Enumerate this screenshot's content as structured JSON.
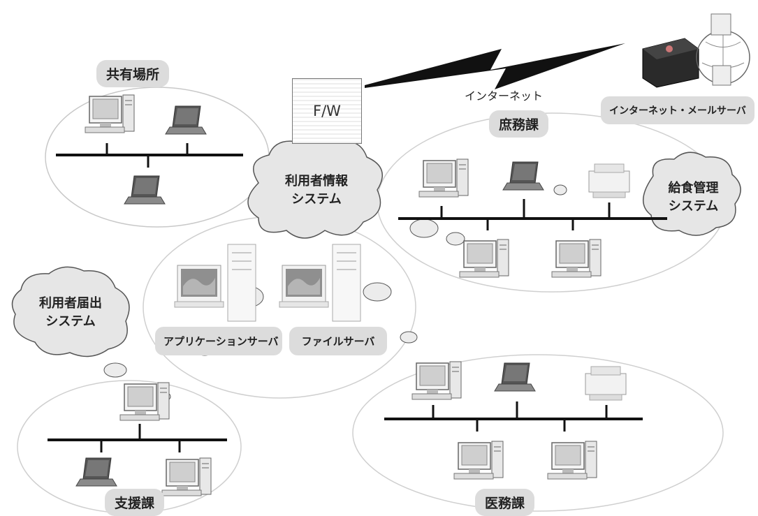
{
  "labels": {
    "shared_place": "共有場所",
    "firewall": "F/W",
    "internet": "インターネット",
    "mail_server": "インターネット・メールサーバ",
    "general_affairs": "庶務課",
    "user_info_system_line1": "利用者情報",
    "user_info_system_line2": "システム",
    "meal_system_line1": "給食管理",
    "meal_system_line2": "システム",
    "user_notification_line1": "利用者届出",
    "user_notification_line2": "システム",
    "application_server": "アプリケーションサーバ",
    "file_server": "ファイルサーバ",
    "support_section": "支援課",
    "medical_section": "医務課"
  },
  "colors": {
    "ink": "#222222",
    "pill_bg": "#dcdcdc",
    "cloud_fill": "#e6e6e6",
    "ellipse_stroke": "#bbbbbb"
  }
}
